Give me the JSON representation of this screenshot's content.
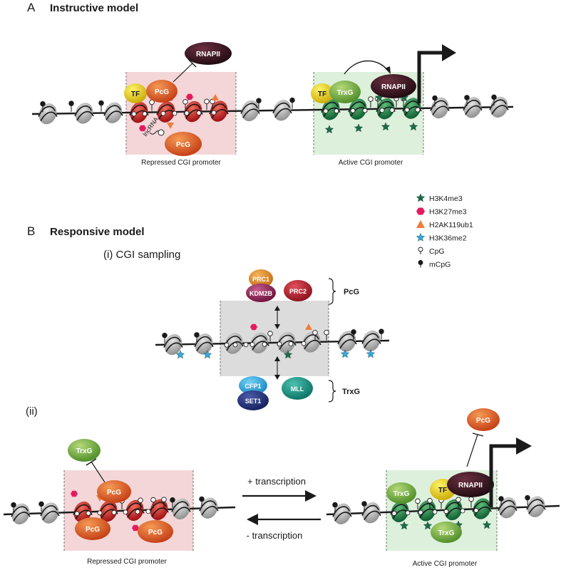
{
  "panel_a": {
    "letter": "A",
    "title": "Instructive model",
    "repressed_label": "Repressed CGI promoter",
    "active_label": "Active CGI promoter",
    "lncrna_label": "lncRNA"
  },
  "panel_b": {
    "letter": "B",
    "title": "Responsive model",
    "sub_i": "(i)  CGI sampling",
    "sub_ii": "(ii)",
    "pcg_group": "PcG",
    "trxg_group": "TrxG",
    "plus_transcription": "+ transcription",
    "minus_transcription": "- transcription",
    "repressed_label": "Repressed CGI promoter",
    "active_label": "Active CGI promoter"
  },
  "proteins": {
    "tf": "TF",
    "pcg": "PcG",
    "trxg": "TrxG",
    "rnapii": "RNAPII",
    "prc1": "PRC1",
    "kdm2b": "KDM2B",
    "prc2": "PRC2",
    "cfp1": "CFP1",
    "set1": "SET1",
    "mll": "MLL"
  },
  "legend": {
    "items": [
      {
        "label": "H3K4me3",
        "symbol": "star",
        "color": "#1e6b4a"
      },
      {
        "label": "H3K27me3",
        "symbol": "hexagon",
        "color": "#e6195f"
      },
      {
        "label": "H2AK119ub1",
        "symbol": "triangle",
        "color": "#ee7d3b"
      },
      {
        "label": "H3K36me2",
        "symbol": "star",
        "color": "#35a8e0"
      },
      {
        "label": "CpG",
        "symbol": "open-lollipop",
        "color": "#ffffff"
      },
      {
        "label": "mCpG",
        "symbol": "filled-lollipop",
        "color": "#1a1a1a"
      }
    ]
  },
  "colors": {
    "repressed_box": "#f4d6d8",
    "active_box": "#ddf0dc",
    "sampling_box": "#dcdcdc",
    "nucleosome_grey": "#b3b3b3",
    "nucleosome_red": "#d7191f",
    "nucleosome_green": "#1f8a4c",
    "pcg_orange": "#e0531c",
    "trxg_green": "#6fae3a",
    "tf_yellow": "#f0d000",
    "rnapii": "#3a1520"
  }
}
